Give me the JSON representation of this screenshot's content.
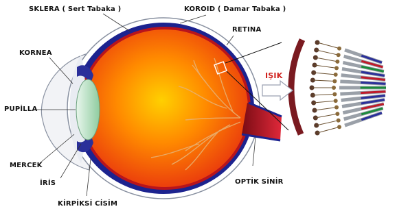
{
  "labels": {
    "sklera": "SKLERA ( Sert Tabaka )",
    "koroid": "KOROID ( Damar Tabaka )",
    "retina": "RETINA",
    "kornea": "KORNEA",
    "pupilla": "PUPİLLA",
    "mercek": "MERCEK",
    "iris": "İRİS",
    "kirpiksi": "KİRPİKSİ CİSİM",
    "optik": "OPTİK SİNİR",
    "isik": "IŞIK"
  },
  "colors": {
    "sclera_outline": "#9aa0b0",
    "choroid": "#1a1f8c",
    "retina_red": "#b0141c",
    "vitreous_inner": "#ffb000",
    "vitreous_outer": "#f04010",
    "lens": "#b8e0c4",
    "cornea": "#eef0f4",
    "light_arrow": "#e01a1a",
    "optic_nerve": "#c0182a"
  }
}
